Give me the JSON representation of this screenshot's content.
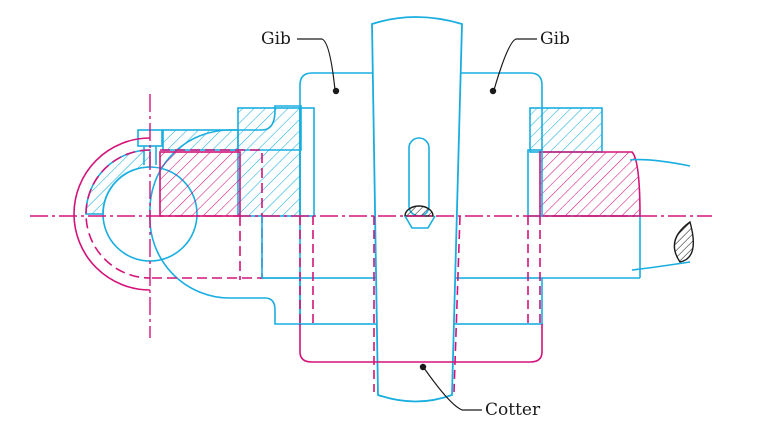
{
  "labels": {
    "gib_left": "Gib",
    "gib_right": "Gib",
    "cotter": "Cotter"
  },
  "colors": {
    "cyan": "#19aee0",
    "magenta": "#d4137a",
    "ink": "#1a1a1a"
  }
}
